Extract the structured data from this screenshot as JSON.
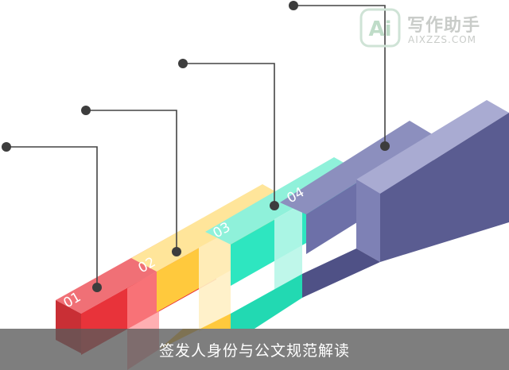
{
  "caption": "签发人身份与公文规范解读",
  "logo": {
    "mark": "Ai",
    "title": "写作助手",
    "subtitle": "AIXZZS.COM"
  },
  "steps": [
    {
      "label": "01",
      "color": "#ee3b43"
    },
    {
      "label": "02",
      "color": "#ffcb4c"
    },
    {
      "label": "03",
      "color": "#2ee6c0"
    },
    {
      "label": "04",
      "color": "#5c5e94"
    }
  ]
}
